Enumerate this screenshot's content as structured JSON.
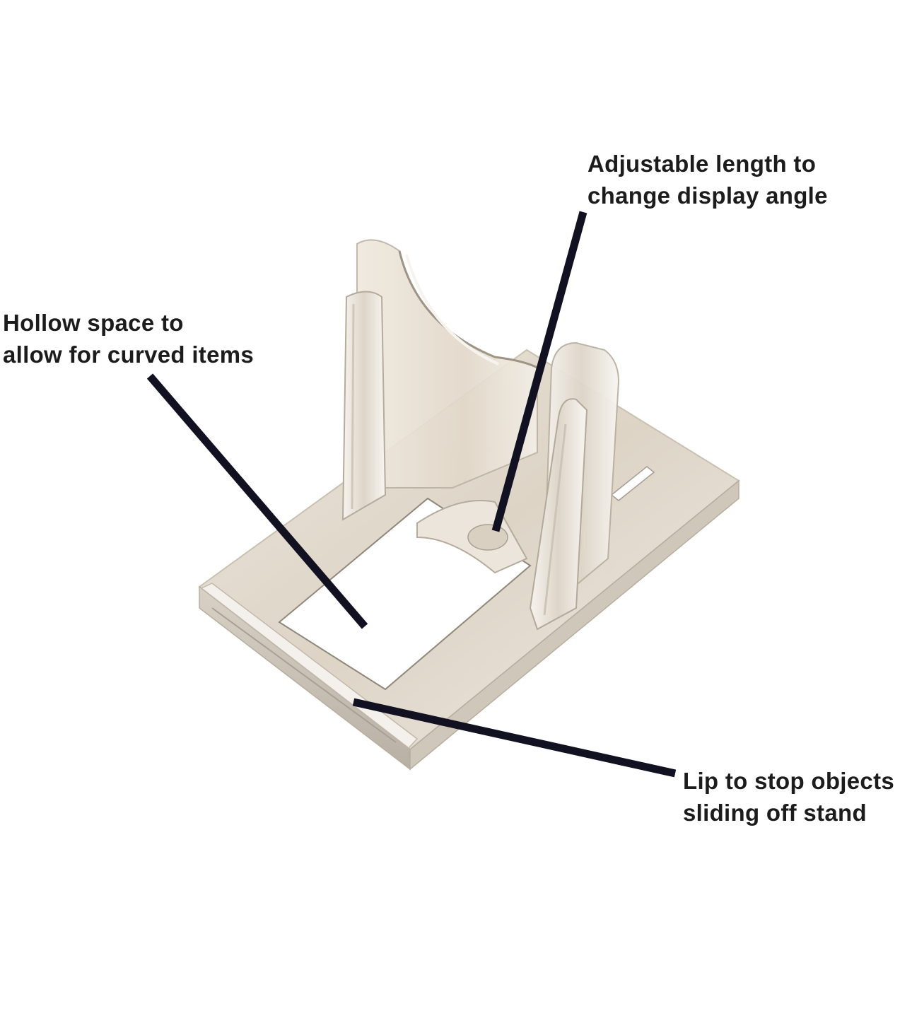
{
  "callouts": {
    "hollow": {
      "line1": "Hollow space to",
      "line2": "allow for curved items"
    },
    "adjust": {
      "line1": "Adjustable length to",
      "line2": "change display angle"
    },
    "lip": {
      "line1": "Lip to stop objects",
      "line2": "sliding off stand"
    }
  },
  "colors": {
    "acrylic_fill": "#e9e2d7",
    "acrylic_edge": "#bfb6a8",
    "acrylic_highlight": "#f7f4ef",
    "leader_line": "#111122",
    "text": "#1c1c1c"
  }
}
